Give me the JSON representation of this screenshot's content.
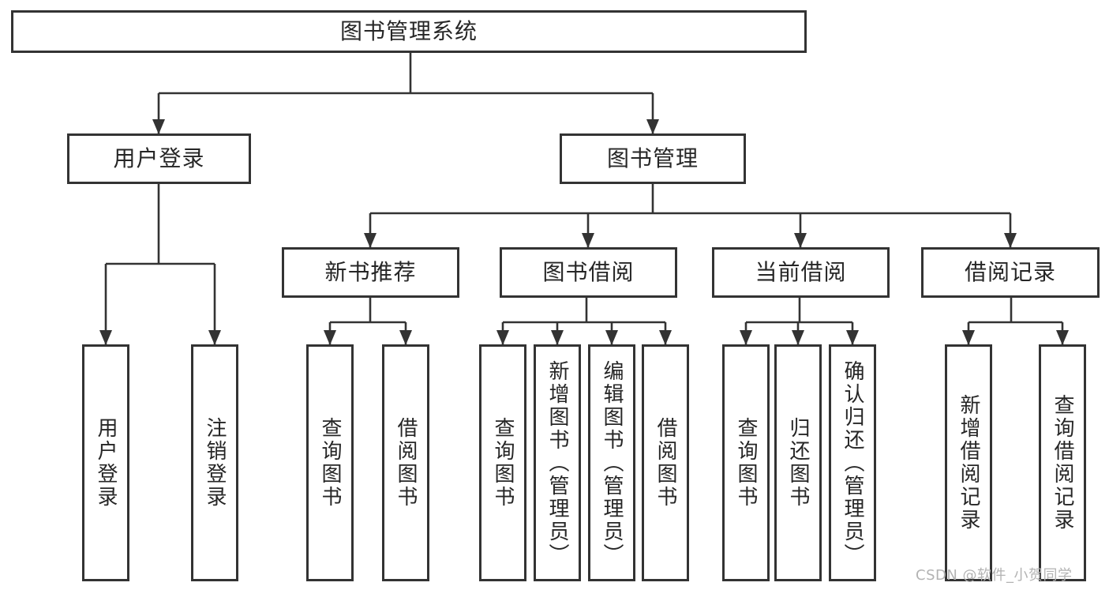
{
  "tree": {
    "root": {
      "label": "图书管理系统",
      "children": [
        {
          "label": "用户登录",
          "children": [
            {
              "label": "用户登录"
            },
            {
              "label": "注销登录"
            }
          ]
        },
        {
          "label": "图书管理",
          "children": [
            {
              "label": "新书推荐",
              "children": [
                {
                  "label": "查询图书"
                },
                {
                  "label": "借阅图书"
                }
              ]
            },
            {
              "label": "图书借阅",
              "children": [
                {
                  "label": "查询图书"
                },
                {
                  "label": "新增图书（管理员）"
                },
                {
                  "label": "编辑图书（管理员）"
                },
                {
                  "label": "借阅图书"
                }
              ]
            },
            {
              "label": "当前借阅",
              "children": [
                {
                  "label": "查询图书"
                },
                {
                  "label": "归还图书"
                },
                {
                  "label": "确认归还（管理员）"
                }
              ]
            },
            {
              "label": "借阅记录",
              "children": [
                {
                  "label": "新增借阅记录"
                },
                {
                  "label": "查询借阅记录"
                }
              ]
            }
          ]
        }
      ]
    }
  },
  "watermark": {
    "text": "CSDN @软件_小贺同学"
  },
  "colors": {
    "line": "#333333",
    "text": "#262626",
    "watermark": "#b3b3b3",
    "background": "#ffffff"
  }
}
